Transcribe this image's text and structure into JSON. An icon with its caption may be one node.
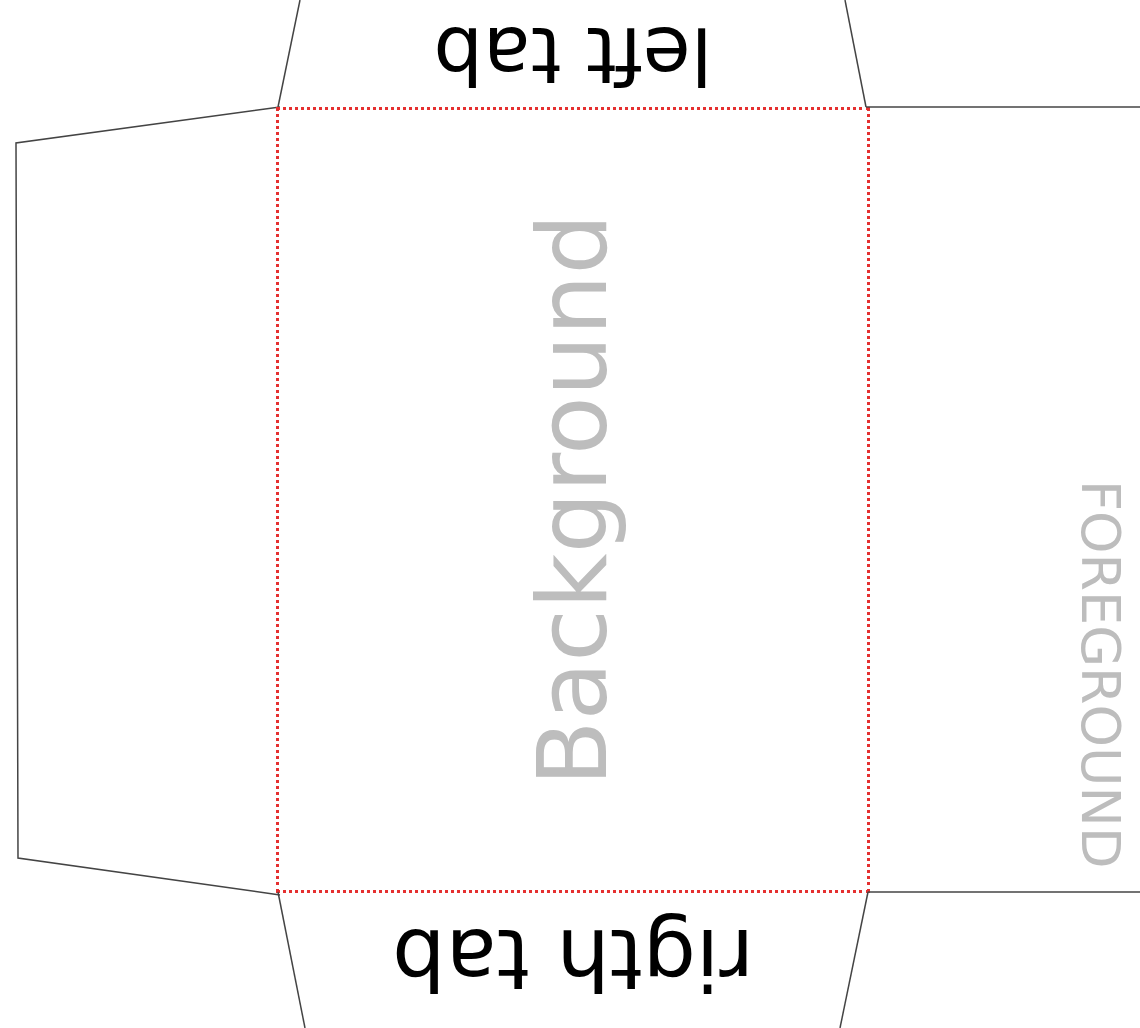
{
  "diagram": {
    "nodes": [
      {
        "text": [
          "left tab"
        ]
      },
      {
        "text": [],
        "shape": "box"
      },
      {
        "text": [
          "Background"
        ]
      },
      {
        "text": [
          "FOREGROUND"
        ]
      },
      {
        "text": [
          "rigth tab"
        ]
      }
    ]
  }
}
